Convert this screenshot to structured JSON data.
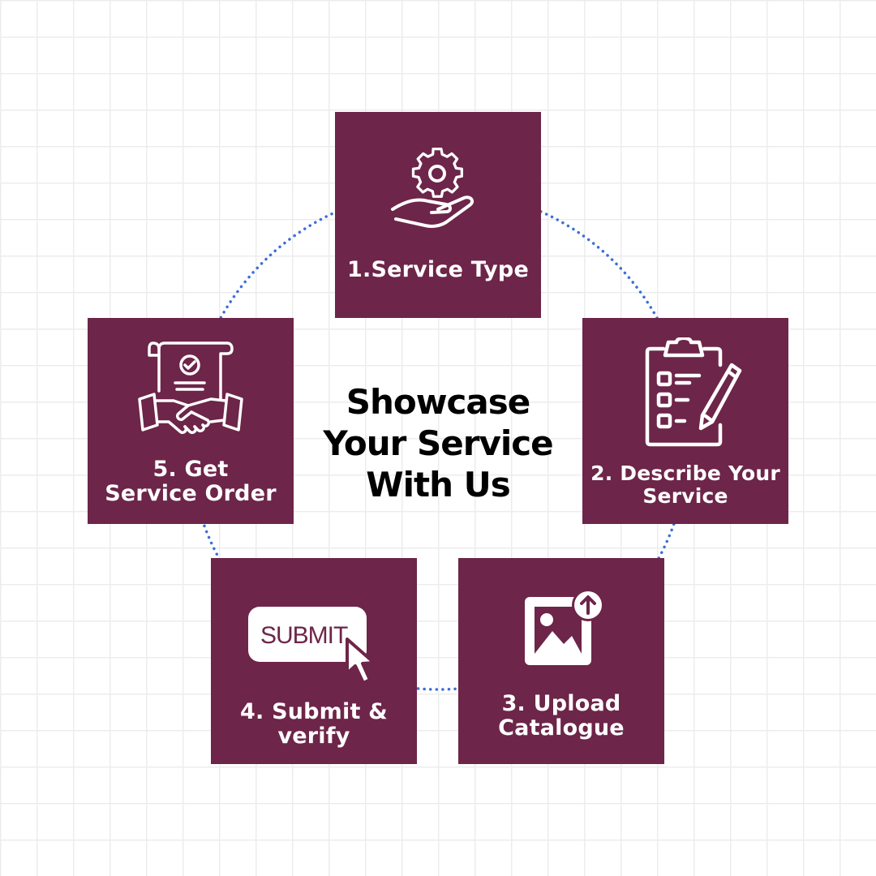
{
  "title_lines": [
    "Showcase",
    "Your Service",
    "With Us"
  ],
  "steps": [
    {
      "label_lines": [
        "1.Service Type"
      ],
      "icon": "gear-in-hand-icon"
    },
    {
      "label_lines": [
        "2. Describe Your",
        "Service"
      ],
      "icon": "clipboard-checklist-icon"
    },
    {
      "label_lines": [
        "3. Upload",
        "Catalogue"
      ],
      "icon": "image-upload-icon"
    },
    {
      "label_lines": [
        "4. Submit &",
        "verify"
      ],
      "icon": "submit-button-icon",
      "button_text": "SUBMIT"
    },
    {
      "label_lines": [
        "5. Get",
        "Service Order"
      ],
      "icon": "handshake-document-icon"
    }
  ],
  "colors": {
    "box": "#6d2549",
    "text_on_box": "#ffffff",
    "ring": "#3b6fd6",
    "title": "#000000",
    "grid": "#ececec"
  }
}
